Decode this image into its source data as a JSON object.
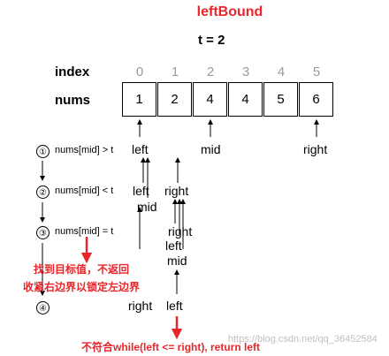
{
  "title": "leftBound",
  "target": "t = 2",
  "headers": {
    "index": "index",
    "nums": "nums"
  },
  "indices": [
    "0",
    "1",
    "2",
    "3",
    "4",
    "5"
  ],
  "nums": [
    "1",
    "2",
    "4",
    "4",
    "5",
    "6"
  ],
  "steps": [
    {
      "marker": "①",
      "condition": "nums[mid] > t"
    },
    {
      "marker": "②",
      "condition": "nums[mid] < t"
    },
    {
      "marker": "③",
      "condition": "nums[mid] = t"
    },
    {
      "marker": "④",
      "condition": ""
    }
  ],
  "pointers": {
    "left": "left",
    "mid": "mid",
    "right": "right"
  },
  "notes": {
    "found_line1": "找到目标值，不返回",
    "found_line2": "收紧右边界以锁定左边界",
    "exit": "不符合while(left <= right), return left"
  },
  "watermark": "https://blog.csdn.net/qq_36452584",
  "colors": {
    "accent": "#e8262b",
    "index_gray": "#9a9a9a"
  }
}
